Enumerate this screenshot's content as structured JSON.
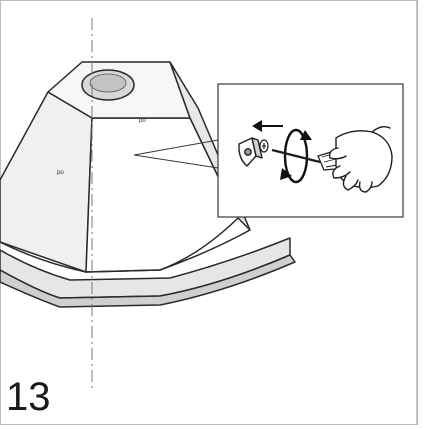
{
  "figure": {
    "step_number": "13",
    "hood_marks": [
      "ᵖᵒ",
      "ᵖᵒ"
    ]
  }
}
